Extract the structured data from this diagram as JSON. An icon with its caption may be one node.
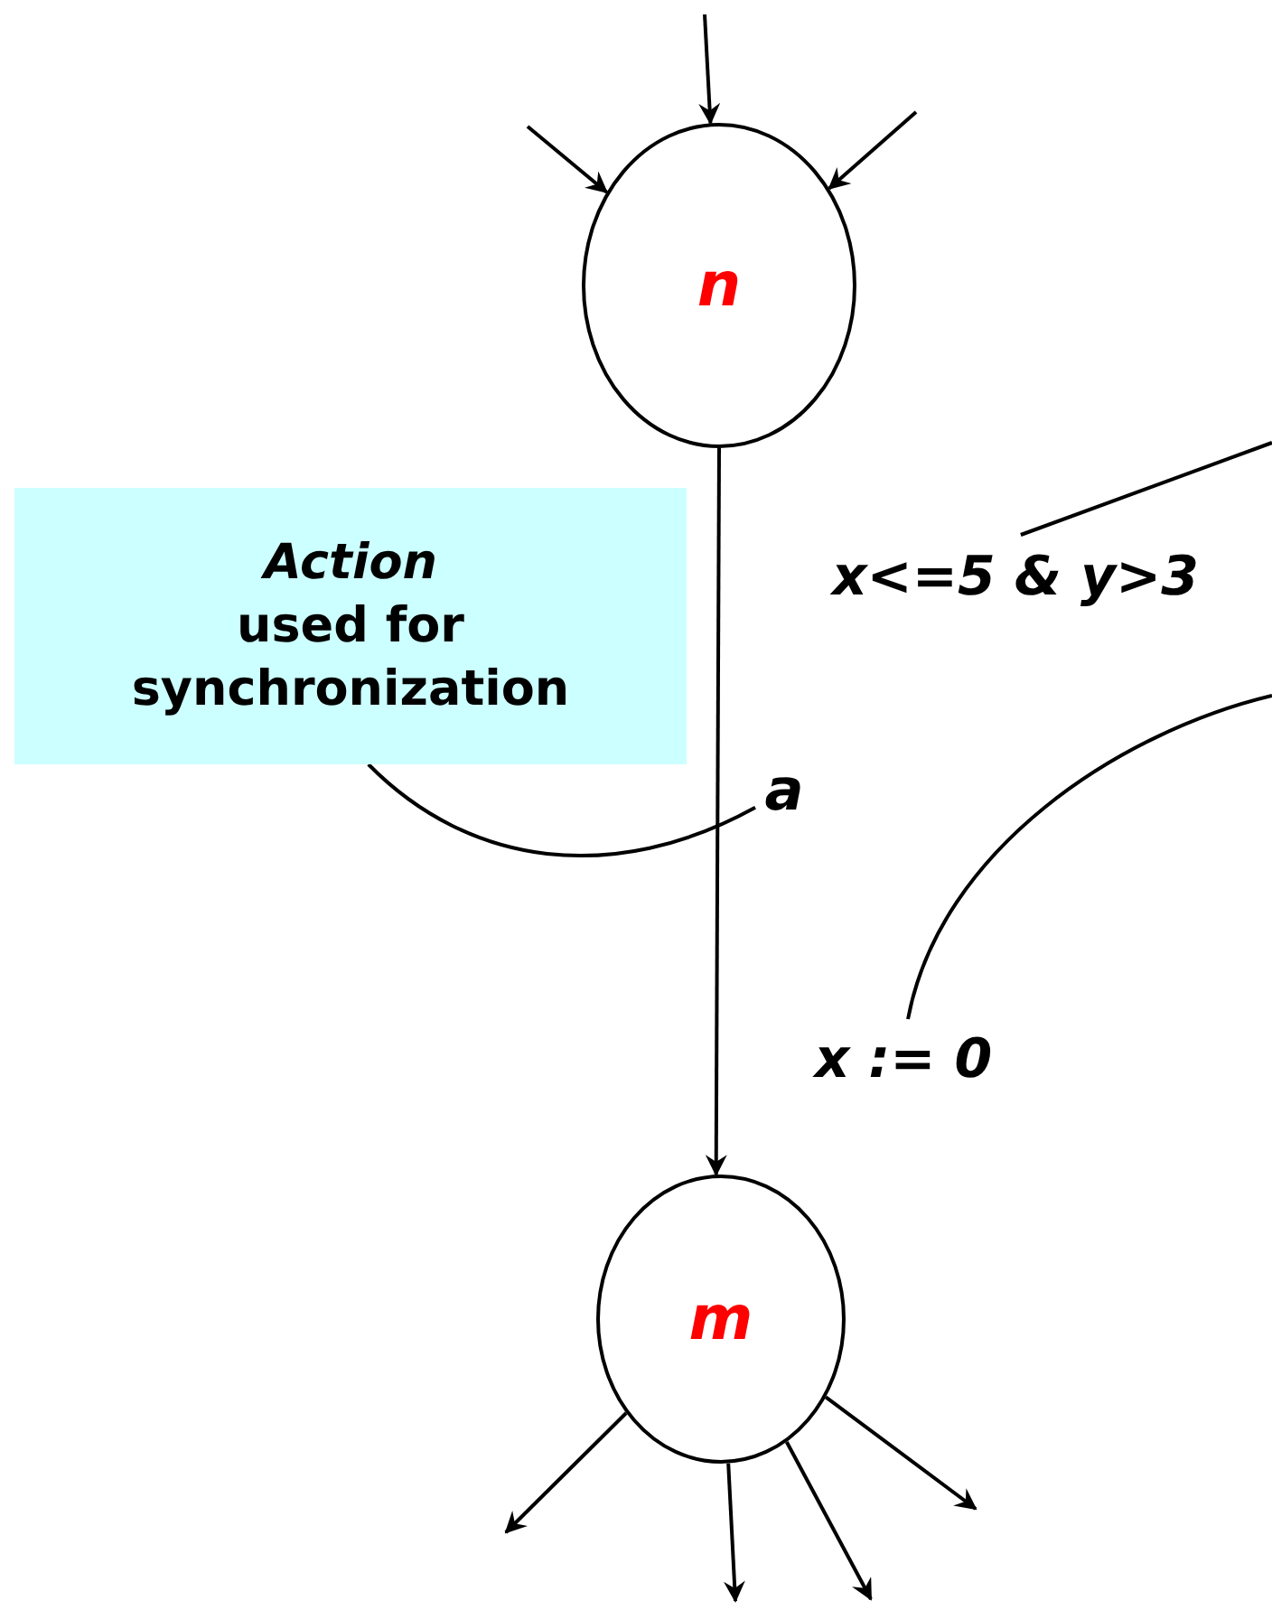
{
  "diagram": {
    "nodes": [
      {
        "text": [
          "n"
        ]
      },
      {
        "text": [
          "m"
        ]
      },
      {
        "text": [
          "Action",
          "used for synchronization"
        ]
      },
      {
        "text": [
          "a"
        ]
      },
      {
        "text": [
          "x<=5 & y>3"
        ]
      },
      {
        "text": [
          "x := 0"
        ]
      }
    ],
    "edges": [
      {
        "from": null,
        "to": 0,
        "arrow": "to"
      },
      {
        "from": null,
        "to": 0,
        "arrow": "to"
      },
      {
        "from": null,
        "to": 0,
        "arrow": "to"
      },
      {
        "from": 0,
        "to": 1,
        "arrow": "to"
      },
      {
        "from": 2,
        "to": 3,
        "arrow": "none"
      },
      {
        "from": 4,
        "to": null,
        "arrow": "none"
      },
      {
        "from": 5,
        "to": null,
        "arrow": "none"
      },
      {
        "from": 1,
        "to": null,
        "arrow": "to"
      },
      {
        "from": 1,
        "to": null,
        "arrow": "to"
      },
      {
        "from": 1,
        "to": null,
        "arrow": "to"
      },
      {
        "from": 1,
        "to": null,
        "arrow": "to"
      }
    ]
  }
}
